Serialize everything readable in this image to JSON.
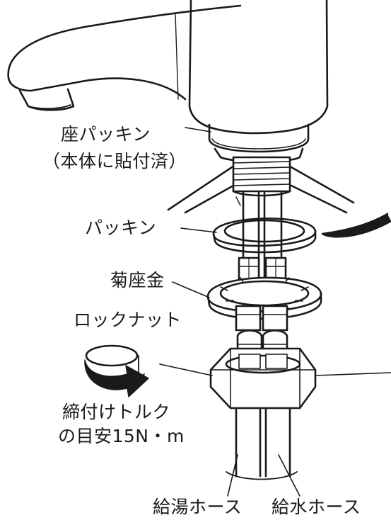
{
  "labels": {
    "seat_packing_line1": "座パッキン",
    "seat_packing_line2": "（本体に貼付済）",
    "packing": "パッキン",
    "chrysanthemum_washer": "菊座金",
    "lock_nut": "ロックナット",
    "torque_line1": "締付けトルク",
    "torque_line2": "の目安15N・m",
    "hot_water_hose": "給湯ホース",
    "cold_water_hose": "給水ホース"
  },
  "colors": {
    "line": "#1a1a1a",
    "background": "#ffffff",
    "shade": "#cfcfcf"
  },
  "icons": {
    "rotation_arrow": "clockwise-rotation-arrow-icon"
  }
}
